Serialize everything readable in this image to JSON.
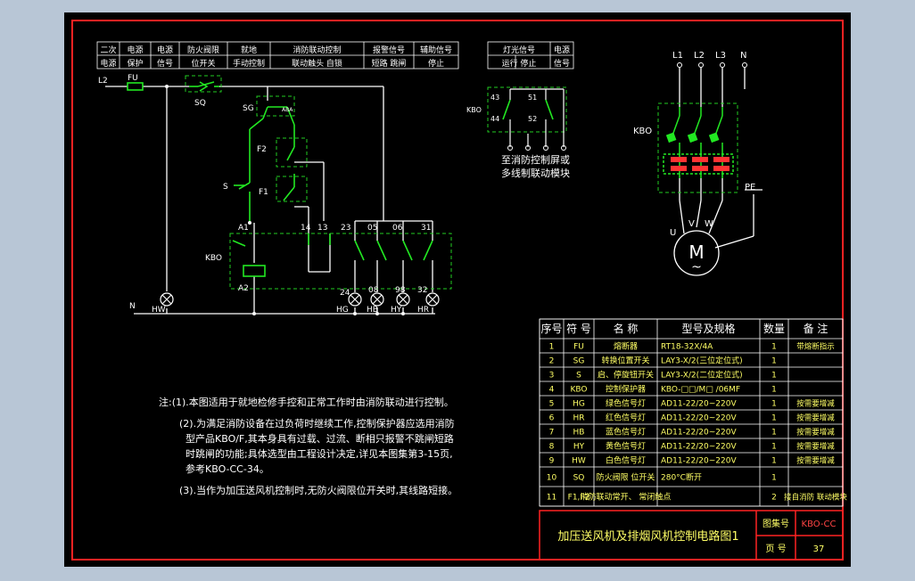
{
  "colors": {
    "background": "#b8c6d6",
    "canvas": "#000000",
    "frame": "#ff2222",
    "wire": "#ffffff",
    "component": "#22e822",
    "dashed": "#22cc22",
    "label": "#ffffff",
    "table_text": "#ffff66",
    "notes": "#ffffff"
  },
  "header_groups": [
    {
      "l1": "二次",
      "l2": "电源"
    },
    {
      "l1": "电源",
      "l2": "保护"
    },
    {
      "l1": "电源",
      "l2": "信号"
    },
    {
      "l1": "防火阀限",
      "l2": "位开关"
    },
    {
      "l1": "就地",
      "l2": "手动控制"
    },
    {
      "l1": "消防联动控制",
      "l2": "联动触头 自锁"
    },
    {
      "l1": "报警信号",
      "l2": "短路 跳闸"
    },
    {
      "l1": "辅助信号",
      "l2": "停止"
    }
  ],
  "signal_header": [
    {
      "l1": "灯光信号",
      "l2": "运行 停止"
    },
    {
      "l1": "电源",
      "l2": "信号"
    }
  ],
  "labels": {
    "L2": "L2",
    "FU": "FU",
    "SQ": "SQ",
    "SG": "SG",
    "SG_pos": "ABA",
    "F2": "F2",
    "F1": "F1",
    "S": "S",
    "A1": "A1",
    "A2": "A2",
    "KBO": "KBO",
    "t14": "14",
    "t13": "13",
    "t23": "23",
    "t05": "05",
    "t06": "06",
    "t31": "31",
    "t24": "24",
    "t08": "08",
    "t98": "98",
    "t32": "32",
    "HW": "HW",
    "N": "N",
    "HG": "HG",
    "HB": "HB",
    "HY": "HY",
    "HR": "HR",
    "kbo2": "KBO",
    "c43": "43",
    "c44": "44",
    "c51": "51",
    "c52": "52",
    "to_panel1": "至消防控制屏或",
    "to_panel2": "多线制联动模块",
    "L1": "L1",
    "L2b": "L2",
    "L3": "L3",
    "Nb": "N",
    "kbo3": "KBO",
    "PE": "PE",
    "U": "U",
    "V": "V",
    "W": "W",
    "M": "M",
    "tilde": "~"
  },
  "notes": [
    "注:(1).本图适用于就地检修手控和正常工作时由消防联动进行控制。",
    "(2).为满足消防设备在过负荷时继续工作,控制保护器应选用消防",
    "型产品KBO/F,其本身具有过载、过流、断相只报警不跳闸短路",
    "时跳闸的功能;具体选型由工程设计决定,详见本图集第3-15页,",
    "参考KBO-CC-34。",
    "(3).当作为加压送风机控制时,无防火阀限位开关时,其线路短接。"
  ],
  "table": {
    "headers": [
      "序号",
      "符 号",
      "名 称",
      "型号及规格",
      "数量",
      "备 注"
    ],
    "rows": [
      [
        "1",
        "FU",
        "熔断器",
        "RT18-32X/4A",
        "1",
        "带熔断指示"
      ],
      [
        "2",
        "SG",
        "转换位置开关",
        "LAY3-X/2(三位定位式)",
        "1",
        ""
      ],
      [
        "3",
        "S",
        "启、停旋钮开关",
        "LAY3-X/2(二位定位式)",
        "1",
        ""
      ],
      [
        "4",
        "KBO",
        "控制保护器",
        "KBO-□□/M□ /06MF",
        "1",
        ""
      ],
      [
        "5",
        "HG",
        "绿色信号灯",
        "AD11-22/20~220V",
        "1",
        "按需要增减"
      ],
      [
        "6",
        "HR",
        "红色信号灯",
        "AD11-22/20~220V",
        "1",
        "按需要增减"
      ],
      [
        "7",
        "HB",
        "蓝色信号灯",
        "AD11-22/20~220V",
        "1",
        "按需要增减"
      ],
      [
        "8",
        "HY",
        "黄色信号灯",
        "AD11-22/20~220V",
        "1",
        "按需要增减"
      ],
      [
        "9",
        "HW",
        "白色信号灯",
        "AD11-22/20~220V",
        "1",
        "按需要增减"
      ],
      [
        "10",
        "SQ",
        "防火阀限 位开关",
        "280°C断开",
        "1",
        ""
      ],
      [
        "11",
        "F1,F2",
        "消防联动常开、 常闭触点",
        "",
        "2",
        "接自消防 联动模块"
      ]
    ]
  },
  "title_block": {
    "title": "加压送风机及排烟风机控制电路图1",
    "atlas_label": "图集号",
    "atlas_value": "KBO-CC",
    "page_label": "页 号",
    "page_value": "37"
  }
}
